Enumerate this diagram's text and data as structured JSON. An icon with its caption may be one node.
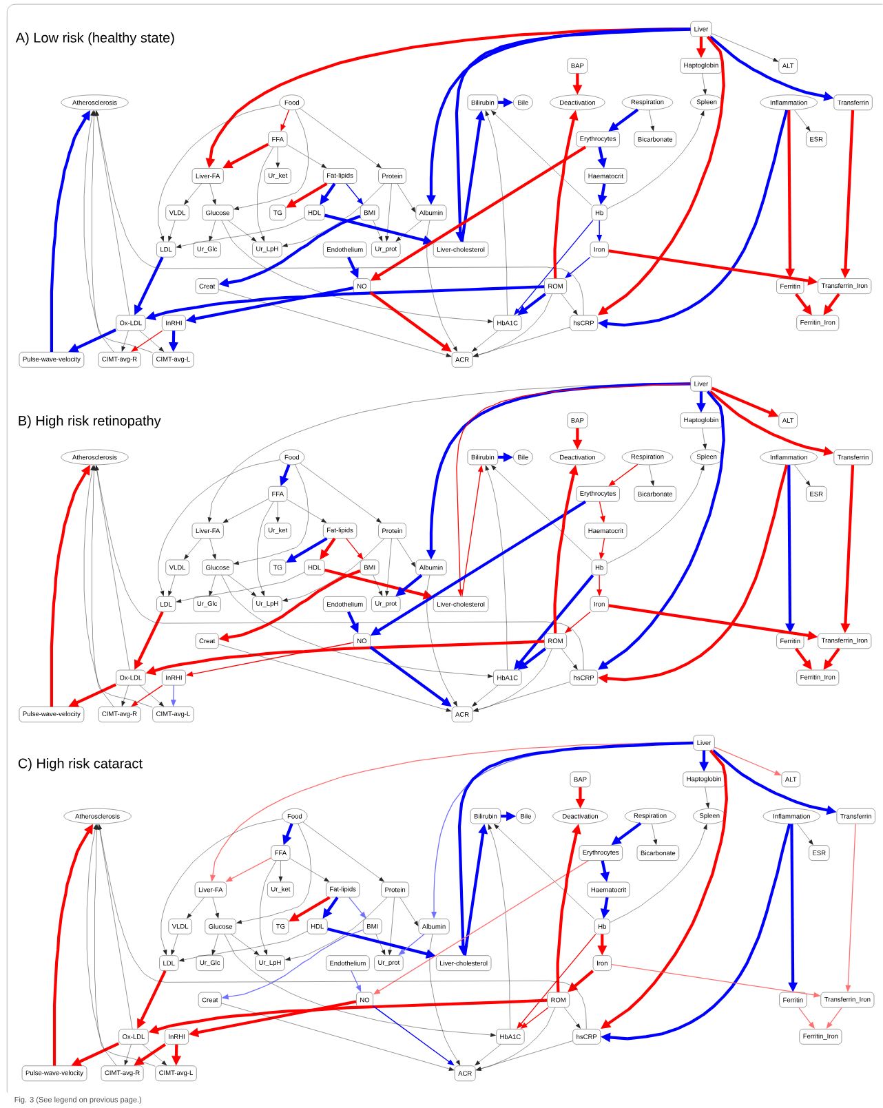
{
  "diagram": {
    "caption": "Fig. 3 (See legend on previous page.)",
    "labels": [
      "A) Low risk (healthy state)",
      "B) High risk retinopathy",
      "C) High risk cataract"
    ],
    "nodes": [
      {
        "text": [
          "Liver"
        ]
      },
      {
        "text": [
          "BAP"
        ]
      },
      {
        "text": [
          "Haptoglobin"
        ]
      },
      {
        "text": [
          "ALT"
        ]
      },
      {
        "text": [
          "Atherosclerosis"
        ]
      },
      {
        "text": [
          "Food"
        ]
      },
      {
        "text": [
          "Bilirubin"
        ]
      },
      {
        "text": [
          "Bile"
        ]
      },
      {
        "text": [
          "Deactivation"
        ]
      },
      {
        "text": [
          "Respiration"
        ]
      },
      {
        "text": [
          "Spleen"
        ]
      },
      {
        "text": [
          "Inflammation"
        ]
      },
      {
        "text": [
          "Transferrin"
        ]
      },
      {
        "text": [
          "FFA"
        ]
      },
      {
        "text": [
          "Erythrocytes"
        ]
      },
      {
        "text": [
          "Bicarbonate"
        ]
      },
      {
        "text": [
          "ESR"
        ]
      },
      {
        "text": [
          "Liver-FA"
        ]
      },
      {
        "text": [
          "Ur_ket"
        ]
      },
      {
        "text": [
          "Fat-lipids"
        ]
      },
      {
        "text": [
          "Protein"
        ]
      },
      {
        "text": [
          "Haematocrit"
        ]
      },
      {
        "text": [
          "VLDL"
        ]
      },
      {
        "text": [
          "Glucose"
        ]
      },
      {
        "text": [
          "TG"
        ]
      },
      {
        "text": [
          "HDL"
        ]
      },
      {
        "text": [
          "BMI"
        ]
      },
      {
        "text": [
          "Albumin"
        ]
      },
      {
        "text": [
          "Hb"
        ]
      },
      {
        "text": [
          "LDL"
        ]
      },
      {
        "text": [
          "Ur_Glc"
        ]
      },
      {
        "text": [
          "Ur_LpH"
        ]
      },
      {
        "text": [
          "Endothelium"
        ]
      },
      {
        "text": [
          "Ur_prot"
        ]
      },
      {
        "text": [
          "Liver-cholesterol"
        ]
      },
      {
        "text": [
          "Iron"
        ]
      },
      {
        "text": [
          "Creat"
        ]
      },
      {
        "text": [
          "NO"
        ]
      },
      {
        "text": [
          "ROM"
        ]
      },
      {
        "text": [
          "Ferritin"
        ]
      },
      {
        "text": [
          "Transferrin_Iron"
        ]
      },
      {
        "text": [
          "Ox-LDL"
        ]
      },
      {
        "text": [
          "InRHI"
        ]
      },
      {
        "text": [
          "HbA1C"
        ]
      },
      {
        "text": [
          "hsCRP"
        ]
      },
      {
        "text": [
          "Ferritin_Iron"
        ]
      },
      {
        "text": [
          "Pulse-wave-velocity"
        ]
      },
      {
        "text": [
          "CIMT-avg-R"
        ]
      },
      {
        "text": [
          "CIMT-avg-L"
        ]
      },
      {
        "text": [
          "ACR"
        ]
      },
      {
        "text": [
          "Liver"
        ]
      },
      {
        "text": [
          "BAP"
        ]
      },
      {
        "text": [
          "Haptoglobin"
        ]
      },
      {
        "text": [
          "ALT"
        ]
      },
      {
        "text": [
          "Atherosclerosis"
        ]
      },
      {
        "text": [
          "Food"
        ]
      },
      {
        "text": [
          "Bilirubin"
        ]
      },
      {
        "text": [
          "Bile"
        ]
      },
      {
        "text": [
          "Deactivation"
        ]
      },
      {
        "text": [
          "Respiration"
        ]
      },
      {
        "text": [
          "Spleen"
        ]
      },
      {
        "text": [
          "Inflammation"
        ]
      },
      {
        "text": [
          "Transferrin"
        ]
      },
      {
        "text": [
          "FFA"
        ]
      },
      {
        "text": [
          "Erythrocytes"
        ]
      },
      {
        "text": [
          "Bicarbonate"
        ]
      },
      {
        "text": [
          "ESR"
        ]
      },
      {
        "text": [
          "Liver-FA"
        ]
      },
      {
        "text": [
          "Ur_ket"
        ]
      },
      {
        "text": [
          "Fat-lipids"
        ]
      },
      {
        "text": [
          "Protein"
        ]
      },
      {
        "text": [
          "Haematocrit"
        ]
      },
      {
        "text": [
          "VLDL"
        ]
      },
      {
        "text": [
          "Glucose"
        ]
      },
      {
        "text": [
          "TG"
        ]
      },
      {
        "text": [
          "HDL"
        ]
      },
      {
        "text": [
          "BMI"
        ]
      },
      {
        "text": [
          "Albumin"
        ]
      },
      {
        "text": [
          "Hb"
        ]
      },
      {
        "text": [
          "LDL"
        ]
      },
      {
        "text": [
          "Ur_Glc"
        ]
      },
      {
        "text": [
          "Ur_LpH"
        ]
      },
      {
        "text": [
          "Endothelium"
        ]
      },
      {
        "text": [
          "Ur_prot"
        ]
      },
      {
        "text": [
          "Liver-cholesterol"
        ]
      },
      {
        "text": [
          "Iron"
        ]
      },
      {
        "text": [
          "Creat"
        ]
      },
      {
        "text": [
          "NO"
        ]
      },
      {
        "text": [
          "ROM"
        ]
      },
      {
        "text": [
          "Ferritin"
        ]
      },
      {
        "text": [
          "Transferrin_Iron"
        ]
      },
      {
        "text": [
          "Ox-LDL"
        ]
      },
      {
        "text": [
          "InRHI"
        ]
      },
      {
        "text": [
          "HbA1C"
        ]
      },
      {
        "text": [
          "hsCRP"
        ]
      },
      {
        "text": [
          "Ferritin_Iron"
        ]
      },
      {
        "text": [
          "Pulse-wave-velocity"
        ]
      },
      {
        "text": [
          "CIMT-avg-R"
        ]
      },
      {
        "text": [
          "CIMT-avg-L"
        ]
      },
      {
        "text": [
          "ACR"
        ]
      },
      {
        "text": [
          "Liver"
        ]
      },
      {
        "text": [
          "BAP"
        ]
      },
      {
        "text": [
          "Haptoglobin"
        ]
      },
      {
        "text": [
          "ALT"
        ]
      },
      {
        "text": [
          "Atherosclerosis"
        ]
      },
      {
        "text": [
          "Food"
        ]
      },
      {
        "text": [
          "Bilirubin"
        ]
      },
      {
        "text": [
          "Bile"
        ]
      },
      {
        "text": [
          "Deactivation"
        ]
      },
      {
        "text": [
          "Respiration"
        ]
      },
      {
        "text": [
          "Spleen"
        ]
      },
      {
        "text": [
          "Inflammation"
        ]
      },
      {
        "text": [
          "Transferrin"
        ]
      },
      {
        "text": [
          "FFA"
        ]
      },
      {
        "text": [
          "Erythrocytes"
        ]
      },
      {
        "text": [
          "Bicarbonate"
        ]
      },
      {
        "text": [
          "ESR"
        ]
      },
      {
        "text": [
          "Liver-FA"
        ]
      },
      {
        "text": [
          "Ur_ket"
        ]
      },
      {
        "text": [
          "Fat-lipids"
        ]
      },
      {
        "text": [
          "Protein"
        ]
      },
      {
        "text": [
          "Haematocrit"
        ]
      },
      {
        "text": [
          "VLDL"
        ]
      },
      {
        "text": [
          "Glucose"
        ]
      },
      {
        "text": [
          "TG"
        ]
      },
      {
        "text": [
          "HDL"
        ]
      },
      {
        "text": [
          "BMI"
        ]
      },
      {
        "text": [
          "Albumin"
        ]
      },
      {
        "text": [
          "Hb"
        ]
      },
      {
        "text": [
          "LDL"
        ]
      },
      {
        "text": [
          "Ur_Glc"
        ]
      },
      {
        "text": [
          "Ur_LpH"
        ]
      },
      {
        "text": [
          "Endothelium"
        ]
      },
      {
        "text": [
          "Ur_prot"
        ]
      },
      {
        "text": [
          "Liver-cholesterol"
        ]
      },
      {
        "text": [
          "Iron"
        ]
      },
      {
        "text": [
          "Creat"
        ]
      },
      {
        "text": [
          "NO"
        ]
      },
      {
        "text": [
          "ROM"
        ]
      },
      {
        "text": [
          "Ferritin"
        ]
      },
      {
        "text": [
          "Transferrin_Iron"
        ]
      },
      {
        "text": [
          "Ox-LDL"
        ]
      },
      {
        "text": [
          "InRHI"
        ]
      },
      {
        "text": [
          "HbA1C"
        ]
      },
      {
        "text": [
          "hsCRP"
        ]
      },
      {
        "text": [
          "Ferritin_Iron"
        ]
      },
      {
        "text": [
          "Pulse-wave-velocity"
        ]
      },
      {
        "text": [
          "CIMT-avg-R"
        ]
      },
      {
        "text": [
          "CIMT-avg-L"
        ]
      },
      {
        "text": [
          "ACR"
        ]
      }
    ],
    "edges": [
      {
        "from": 0,
        "to": 17,
        "arrow": "to",
        "style": "thick",
        "color": "#ff0000"
      },
      {
        "from": 0,
        "to": 27,
        "arrow": "to",
        "style": "thick",
        "color": "#0000ff"
      },
      {
        "from": 0,
        "to": 34,
        "arrow": "to",
        "style": "thick",
        "color": "#0000ff"
      },
      {
        "from": 0,
        "to": 2,
        "arrow": "to",
        "style": "thick",
        "color": "#ff0000"
      },
      {
        "from": 0,
        "to": 3,
        "arrow": "to"
      },
      {
        "from": 0,
        "to": 12,
        "arrow": "to",
        "style": "thick",
        "color": "#0000ff"
      },
      {
        "from": 0,
        "to": 44,
        "arrow": "to",
        "style": "thick",
        "color": "#ff0000"
      },
      {
        "from": 1,
        "to": 8,
        "arrow": "to",
        "style": "thick",
        "color": "#ff0000"
      },
      {
        "from": 2,
        "to": 10,
        "arrow": "to"
      },
      {
        "from": 5,
        "to": 13,
        "arrow": "to",
        "color": "#ff0000"
      },
      {
        "from": 5,
        "to": 23,
        "arrow": "to"
      },
      {
        "from": 5,
        "to": 29,
        "arrow": "to"
      },
      {
        "from": 5,
        "to": 20,
        "arrow": "to"
      },
      {
        "from": 13,
        "to": 17,
        "arrow": "to",
        "style": "thick",
        "color": "#ff0000"
      },
      {
        "from": 13,
        "to": 18,
        "arrow": "to"
      },
      {
        "from": 13,
        "to": 19,
        "arrow": "to"
      },
      {
        "from": 13,
        "to": 31,
        "arrow": "to"
      },
      {
        "from": 17,
        "to": 22,
        "arrow": "to"
      },
      {
        "from": 17,
        "to": 23,
        "arrow": "to"
      },
      {
        "from": 22,
        "to": 29,
        "arrow": "to"
      },
      {
        "from": 23,
        "to": 30,
        "arrow": "to"
      },
      {
        "from": 23,
        "to": 31,
        "arrow": "to"
      },
      {
        "from": 23,
        "to": 43,
        "arrow": "to"
      },
      {
        "from": 19,
        "to": 24,
        "arrow": "to",
        "style": "thick",
        "color": "#ff0000"
      },
      {
        "from": 19,
        "to": 25,
        "arrow": "to",
        "style": "thick",
        "color": "#0000ff"
      },
      {
        "from": 19,
        "to": 26,
        "arrow": "to",
        "color": "#0000ff"
      },
      {
        "from": 20,
        "to": 27,
        "arrow": "to"
      },
      {
        "from": 20,
        "to": 33,
        "arrow": "to"
      },
      {
        "from": 20,
        "to": 31,
        "arrow": "to"
      },
      {
        "from": 25,
        "to": 29,
        "arrow": "to"
      },
      {
        "from": 25,
        "to": 34,
        "arrow": "to",
        "style": "thick",
        "color": "#0000ff"
      },
      {
        "from": 26,
        "to": 36,
        "arrow": "to",
        "style": "thick",
        "color": "#0000ff"
      },
      {
        "from": 26,
        "to": 33,
        "arrow": "to"
      },
      {
        "from": 27,
        "to": 33,
        "arrow": "to"
      },
      {
        "from": 27,
        "to": 49,
        "arrow": "to"
      },
      {
        "from": 29,
        "to": 41,
        "arrow": "to",
        "style": "thick",
        "color": "#0000ff"
      },
      {
        "from": 6,
        "to": 7,
        "arrow": "to",
        "style": "thick",
        "color": "#0000ff"
      },
      {
        "from": 34,
        "to": 6,
        "arrow": "to",
        "style": "thick",
        "color": "#0000ff"
      },
      {
        "from": 43,
        "to": 6,
        "arrow": "to"
      },
      {
        "from": 28,
        "to": 6,
        "arrow": "to"
      },
      {
        "from": 9,
        "to": 14,
        "arrow": "to",
        "style": "thick",
        "color": "#0000ff"
      },
      {
        "from": 9,
        "to": 15,
        "arrow": "to"
      },
      {
        "from": 28,
        "to": 10,
        "arrow": "to"
      },
      {
        "from": 11,
        "to": 16,
        "arrow": "to"
      },
      {
        "from": 11,
        "to": 39,
        "arrow": "to",
        "style": "thick",
        "color": "#ff0000"
      },
      {
        "from": 11,
        "to": 44,
        "arrow": "to",
        "style": "thick",
        "color": "#0000ff"
      },
      {
        "from": 12,
        "to": 40,
        "arrow": "to",
        "style": "thick",
        "color": "#ff0000"
      },
      {
        "from": 14,
        "to": 21,
        "arrow": "to",
        "style": "thick",
        "color": "#0000ff"
      },
      {
        "from": 14,
        "to": 37,
        "arrow": "to",
        "style": "thick",
        "color": "#ff0000"
      },
      {
        "from": 21,
        "to": 28,
        "arrow": "to",
        "style": "thick",
        "color": "#0000ff"
      },
      {
        "from": 28,
        "to": 35,
        "arrow": "to",
        "color": "#0000ff"
      },
      {
        "from": 28,
        "to": 43,
        "arrow": "to",
        "color": "#0000ff"
      },
      {
        "from": 35,
        "to": 38,
        "arrow": "to",
        "color": "#0000ff"
      },
      {
        "from": 35,
        "to": 40,
        "arrow": "to",
        "style": "thick",
        "color": "#ff0000"
      },
      {
        "from": 38,
        "to": 8,
        "arrow": "to",
        "style": "thick",
        "color": "#ff0000"
      },
      {
        "from": 38,
        "to": 41,
        "arrow": "to",
        "style": "thick",
        "color": "#0000ff"
      },
      {
        "from": 38,
        "to": 43,
        "arrow": "to",
        "style": "thick",
        "color": "#0000ff"
      },
      {
        "from": 38,
        "to": 44,
        "arrow": "to"
      },
      {
        "from": 38,
        "to": 49,
        "arrow": "to"
      },
      {
        "from": 44,
        "to": 4,
        "arrow": "to"
      },
      {
        "from": 32,
        "to": 37,
        "arrow": "to",
        "style": "thick",
        "color": "#0000ff"
      },
      {
        "from": 37,
        "to": 42,
        "arrow": "to",
        "style": "thick",
        "color": "#0000ff"
      },
      {
        "from": 37,
        "to": 49,
        "arrow": "to",
        "style": "thick",
        "color": "#ff0000"
      },
      {
        "from": 36,
        "to": 49,
        "arrow": "to"
      },
      {
        "from": 43,
        "to": 49,
        "arrow": "to"
      },
      {
        "from": 44,
        "to": 49,
        "arrow": "to"
      },
      {
        "from": 39,
        "to": 45,
        "arrow": "to",
        "style": "thick",
        "color": "#ff0000"
      },
      {
        "from": 40,
        "to": 45,
        "arrow": "to",
        "style": "thick",
        "color": "#ff0000"
      },
      {
        "from": 41,
        "to": 4,
        "arrow": "to"
      },
      {
        "from": 41,
        "to": 46,
        "arrow": "to",
        "style": "thick",
        "color": "#0000ff"
      },
      {
        "from": 41,
        "to": 47,
        "arrow": "to"
      },
      {
        "from": 41,
        "to": 48,
        "arrow": "to"
      },
      {
        "from": 42,
        "to": 47,
        "arrow": "to",
        "color": "#ff0000"
      },
      {
        "from": 42,
        "to": 48,
        "arrow": "to",
        "style": "thick",
        "color": "#0000ff"
      },
      {
        "from": 46,
        "to": 4,
        "arrow": "to",
        "style": "thick",
        "color": "#0000ff"
      },
      {
        "from": 47,
        "to": 4,
        "arrow": "to"
      },
      {
        "from": 48,
        "to": 4,
        "arrow": "to"
      },
      {
        "from": 50,
        "to": 67,
        "arrow": "to"
      },
      {
        "from": 50,
        "to": 77,
        "arrow": "to",
        "style": "thick",
        "color": "#0000ff"
      },
      {
        "from": 50,
        "to": 84,
        "arrow": "to",
        "color": "#ff0000"
      },
      {
        "from": 50,
        "to": 52,
        "arrow": "to",
        "style": "thick",
        "color": "#0000ff"
      },
      {
        "from": 50,
        "to": 53,
        "arrow": "to",
        "style": "thick",
        "color": "#ff0000"
      },
      {
        "from": 50,
        "to": 62,
        "arrow": "to",
        "style": "thick",
        "color": "#ff0000"
      },
      {
        "from": 50,
        "to": 94,
        "arrow": "to",
        "style": "thick",
        "color": "#0000ff"
      },
      {
        "from": 51,
        "to": 58,
        "arrow": "to",
        "style": "thick",
        "color": "#ff0000"
      },
      {
        "from": 52,
        "to": 60,
        "arrow": "to"
      },
      {
        "from": 55,
        "to": 63,
        "arrow": "to",
        "style": "thick",
        "color": "#0000ff"
      },
      {
        "from": 55,
        "to": 73,
        "arrow": "to"
      },
      {
        "from": 55,
        "to": 79,
        "arrow": "to"
      },
      {
        "from": 55,
        "to": 70,
        "arrow": "to"
      },
      {
        "from": 63,
        "to": 67,
        "arrow": "to"
      },
      {
        "from": 63,
        "to": 68,
        "arrow": "to"
      },
      {
        "from": 63,
        "to": 69,
        "arrow": "to"
      },
      {
        "from": 63,
        "to": 81,
        "arrow": "to"
      },
      {
        "from": 67,
        "to": 72,
        "arrow": "to"
      },
      {
        "from": 67,
        "to": 73,
        "arrow": "to"
      },
      {
        "from": 72,
        "to": 79,
        "arrow": "to"
      },
      {
        "from": 73,
        "to": 80,
        "arrow": "to"
      },
      {
        "from": 73,
        "to": 81,
        "arrow": "to"
      },
      {
        "from": 73,
        "to": 93,
        "arrow": "to"
      },
      {
        "from": 69,
        "to": 74,
        "arrow": "to",
        "style": "thick",
        "color": "#0000ff"
      },
      {
        "from": 69,
        "to": 75,
        "arrow": "to",
        "style": "thick",
        "color": "#ff0000"
      },
      {
        "from": 69,
        "to": 76,
        "arrow": "to",
        "color": "#ff0000"
      },
      {
        "from": 70,
        "to": 77,
        "arrow": "to"
      },
      {
        "from": 70,
        "to": 83,
        "arrow": "to"
      },
      {
        "from": 70,
        "to": 81,
        "arrow": "to"
      },
      {
        "from": 75,
        "to": 79,
        "arrow": "to"
      },
      {
        "from": 75,
        "to": 84,
        "arrow": "to",
        "style": "thick",
        "color": "#ff0000"
      },
      {
        "from": 76,
        "to": 86,
        "arrow": "to",
        "style": "thick",
        "color": "#ff0000"
      },
      {
        "from": 76,
        "to": 83,
        "arrow": "to"
      },
      {
        "from": 77,
        "to": 83,
        "arrow": "to",
        "style": "thick",
        "color": "#0000ff"
      },
      {
        "from": 77,
        "to": 99,
        "arrow": "to"
      },
      {
        "from": 79,
        "to": 91,
        "arrow": "to",
        "style": "thick",
        "color": "#ff0000"
      },
      {
        "from": 56,
        "to": 57,
        "arrow": "to",
        "style": "thick",
        "color": "#0000ff"
      },
      {
        "from": 84,
        "to": 56,
        "arrow": "to",
        "color": "#ff0000"
      },
      {
        "from": 93,
        "to": 56,
        "arrow": "to"
      },
      {
        "from": 78,
        "to": 56,
        "arrow": "to"
      },
      {
        "from": 59,
        "to": 64,
        "arrow": "to",
        "color": "#ff0000"
      },
      {
        "from": 59,
        "to": 65,
        "arrow": "to"
      },
      {
        "from": 78,
        "to": 60,
        "arrow": "to"
      },
      {
        "from": 61,
        "to": 66,
        "arrow": "to"
      },
      {
        "from": 61,
        "to": 89,
        "arrow": "to",
        "style": "thick",
        "color": "#0000ff"
      },
      {
        "from": 61,
        "to": 94,
        "arrow": "to",
        "style": "thick",
        "color": "#ff0000"
      },
      {
        "from": 62,
        "to": 90,
        "arrow": "to",
        "style": "thick",
        "color": "#ff0000"
      },
      {
        "from": 64,
        "to": 71,
        "arrow": "to",
        "color": "#ff0000"
      },
      {
        "from": 64,
        "to": 87,
        "arrow": "to",
        "style": "thick",
        "color": "#0000ff"
      },
      {
        "from": 71,
        "to": 78,
        "arrow": "to",
        "color": "#ff0000"
      },
      {
        "from": 78,
        "to": 85,
        "arrow": "to",
        "color": "#ff0000"
      },
      {
        "from": 78,
        "to": 93,
        "arrow": "to",
        "style": "thick",
        "color": "#0000ff"
      },
      {
        "from": 85,
        "to": 88,
        "arrow": "to",
        "color": "#ff0000"
      },
      {
        "from": 85,
        "to": 90,
        "arrow": "to",
        "style": "thick",
        "color": "#ff0000"
      },
      {
        "from": 88,
        "to": 58,
        "arrow": "to",
        "style": "thick",
        "color": "#ff0000"
      },
      {
        "from": 88,
        "to": 91,
        "arrow": "to",
        "style": "thick",
        "color": "#ff0000"
      },
      {
        "from": 88,
        "to": 93,
        "arrow": "to",
        "style": "thick",
        "color": "#0000ff"
      },
      {
        "from": 88,
        "to": 94,
        "arrow": "to"
      },
      {
        "from": 88,
        "to": 99,
        "arrow": "to"
      },
      {
        "from": 94,
        "to": 54,
        "arrow": "to"
      },
      {
        "from": 82,
        "to": 87,
        "arrow": "to",
        "style": "thick",
        "color": "#0000ff"
      },
      {
        "from": 87,
        "to": 92,
        "arrow": "to",
        "color": "#ff0000"
      },
      {
        "from": 87,
        "to": 99,
        "arrow": "to",
        "style": "thick",
        "color": "#0000ff"
      },
      {
        "from": 86,
        "to": 99,
        "arrow": "to"
      },
      {
        "from": 93,
        "to": 99,
        "arrow": "to"
      },
      {
        "from": 94,
        "to": 99,
        "arrow": "to"
      },
      {
        "from": 89,
        "to": 95,
        "arrow": "to",
        "style": "thick",
        "color": "#ff0000"
      },
      {
        "from": 90,
        "to": 95,
        "arrow": "to",
        "style": "thick",
        "color": "#ff0000"
      },
      {
        "from": 91,
        "to": 54,
        "arrow": "to"
      },
      {
        "from": 91,
        "to": 96,
        "arrow": "to",
        "style": "thick",
        "color": "#ff0000"
      },
      {
        "from": 91,
        "to": 97,
        "arrow": "to"
      },
      {
        "from": 91,
        "to": 98,
        "arrow": "to"
      },
      {
        "from": 92,
        "to": 97,
        "arrow": "to",
        "color": "#ff0000"
      },
      {
        "from": 92,
        "to": 98,
        "arrow": "to",
        "color": "#7070ff"
      },
      {
        "from": 96,
        "to": 54,
        "arrow": "to",
        "style": "thick",
        "color": "#ff0000"
      },
      {
        "from": 97,
        "to": 54,
        "arrow": "to"
      },
      {
        "from": 98,
        "to": 54,
        "arrow": "to"
      },
      {
        "from": 100,
        "to": 117,
        "arrow": "to",
        "color": "#ff7070"
      },
      {
        "from": 100,
        "to": 127,
        "arrow": "to",
        "color": "#7070ff"
      },
      {
        "from": 100,
        "to": 134,
        "arrow": "to",
        "style": "thick",
        "color": "#0000ff"
      },
      {
        "from": 100,
        "to": 102,
        "arrow": "to",
        "style": "thick",
        "color": "#0000ff"
      },
      {
        "from": 100,
        "to": 103,
        "arrow": "to",
        "color": "#ff7070"
      },
      {
        "from": 100,
        "to": 112,
        "arrow": "to",
        "style": "thick",
        "color": "#0000ff"
      },
      {
        "from": 100,
        "to": 144,
        "arrow": "to",
        "style": "thick",
        "color": "#ff0000"
      },
      {
        "from": 101,
        "to": 108,
        "arrow": "to",
        "style": "thick",
        "color": "#ff0000"
      },
      {
        "from": 102,
        "to": 110,
        "arrow": "to"
      },
      {
        "from": 105,
        "to": 113,
        "arrow": "to",
        "style": "thick",
        "color": "#0000ff"
      },
      {
        "from": 105,
        "to": 123,
        "arrow": "to"
      },
      {
        "from": 105,
        "to": 129,
        "arrow": "to"
      },
      {
        "from": 105,
        "to": 120,
        "arrow": "to"
      },
      {
        "from": 113,
        "to": 117,
        "arrow": "to",
        "color": "#ff7070"
      },
      {
        "from": 113,
        "to": 118,
        "arrow": "to"
      },
      {
        "from": 113,
        "to": 119,
        "arrow": "to"
      },
      {
        "from": 113,
        "to": 131,
        "arrow": "to"
      },
      {
        "from": 117,
        "to": 122,
        "arrow": "to"
      },
      {
        "from": 117,
        "to": 123,
        "arrow": "to"
      },
      {
        "from": 122,
        "to": 129,
        "arrow": "to"
      },
      {
        "from": 123,
        "to": 130,
        "arrow": "to"
      },
      {
        "from": 123,
        "to": 131,
        "arrow": "to"
      },
      {
        "from": 123,
        "to": 143,
        "arrow": "to"
      },
      {
        "from": 119,
        "to": 124,
        "arrow": "to",
        "style": "thick",
        "color": "#ff0000"
      },
      {
        "from": 119,
        "to": 125,
        "arrow": "to",
        "style": "thick",
        "color": "#0000ff"
      },
      {
        "from": 119,
        "to": 126,
        "arrow": "to",
        "color": "#7070ff"
      },
      {
        "from": 120,
        "to": 127,
        "arrow": "to"
      },
      {
        "from": 120,
        "to": 133,
        "arrow": "to"
      },
      {
        "from": 120,
        "to": 131,
        "arrow": "to"
      },
      {
        "from": 125,
        "to": 129,
        "arrow": "to"
      },
      {
        "from": 125,
        "to": 134,
        "arrow": "to",
        "style": "thick",
        "color": "#0000ff"
      },
      {
        "from": 126,
        "to": 136,
        "arrow": "to",
        "color": "#7070ff"
      },
      {
        "from": 126,
        "to": 133,
        "arrow": "to"
      },
      {
        "from": 127,
        "to": 133,
        "arrow": "to",
        "color": "#7070ff"
      },
      {
        "from": 127,
        "to": 149,
        "arrow": "to"
      },
      {
        "from": 129,
        "to": 141,
        "arrow": "to",
        "style": "thick",
        "color": "#ff0000"
      },
      {
        "from": 106,
        "to": 107,
        "arrow": "to",
        "style": "thick",
        "color": "#0000ff"
      },
      {
        "from": 134,
        "to": 106,
        "arrow": "to",
        "style": "thick",
        "color": "#0000ff"
      },
      {
        "from": 143,
        "to": 106,
        "arrow": "to"
      },
      {
        "from": 128,
        "to": 106,
        "arrow": "to"
      },
      {
        "from": 109,
        "to": 114,
        "arrow": "to",
        "style": "thick",
        "color": "#0000ff"
      },
      {
        "from": 109,
        "to": 115,
        "arrow": "to"
      },
      {
        "from": 128,
        "to": 110,
        "arrow": "to"
      },
      {
        "from": 111,
        "to": 116,
        "arrow": "to"
      },
      {
        "from": 111,
        "to": 139,
        "arrow": "to",
        "style": "thick",
        "color": "#0000ff"
      },
      {
        "from": 111,
        "to": 144,
        "arrow": "to",
        "style": "thick",
        "color": "#0000ff"
      },
      {
        "from": 112,
        "to": 140,
        "arrow": "to",
        "color": "#ff7070"
      },
      {
        "from": 114,
        "to": 121,
        "arrow": "to",
        "style": "thick",
        "color": "#0000ff"
      },
      {
        "from": 114,
        "to": 137,
        "arrow": "to",
        "color": "#ff7070"
      },
      {
        "from": 121,
        "to": 128,
        "arrow": "to",
        "style": "thick",
        "color": "#0000ff"
      },
      {
        "from": 128,
        "to": 135,
        "arrow": "to",
        "style": "thick",
        "color": "#ff0000"
      },
      {
        "from": 128,
        "to": 143,
        "arrow": "to",
        "color": "#ff0000"
      },
      {
        "from": 135,
        "to": 138,
        "arrow": "to",
        "style": "thick",
        "color": "#ff0000"
      },
      {
        "from": 135,
        "to": 140,
        "arrow": "to",
        "color": "#ff7070"
      },
      {
        "from": 138,
        "to": 108,
        "arrow": "to",
        "style": "thick",
        "color": "#ff0000"
      },
      {
        "from": 138,
        "to": 141,
        "arrow": "to",
        "style": "thick",
        "color": "#ff0000"
      },
      {
        "from": 138,
        "to": 143,
        "arrow": "to",
        "color": "#ff0000"
      },
      {
        "from": 138,
        "to": 144,
        "arrow": "to"
      },
      {
        "from": 138,
        "to": 149,
        "arrow": "to"
      },
      {
        "from": 144,
        "to": 104,
        "arrow": "to"
      },
      {
        "from": 132,
        "to": 137,
        "arrow": "to",
        "color": "#7070ff"
      },
      {
        "from": 137,
        "to": 142,
        "arrow": "to",
        "style": "thick",
        "color": "#ff0000"
      },
      {
        "from": 137,
        "to": 149,
        "arrow": "to",
        "color": "#0000ff"
      },
      {
        "from": 136,
        "to": 149,
        "arrow": "to"
      },
      {
        "from": 143,
        "to": 149,
        "arrow": "to"
      },
      {
        "from": 144,
        "to": 149,
        "arrow": "to"
      },
      {
        "from": 139,
        "to": 145,
        "arrow": "to",
        "color": "#ff7070"
      },
      {
        "from": 140,
        "to": 145,
        "arrow": "to",
        "color": "#ff7070"
      },
      {
        "from": 141,
        "to": 104,
        "arrow": "to"
      },
      {
        "from": 141,
        "to": 146,
        "arrow": "to",
        "style": "thick",
        "color": "#ff0000"
      },
      {
        "from": 141,
        "to": 147,
        "arrow": "to"
      },
      {
        "from": 141,
        "to": 148,
        "arrow": "to"
      },
      {
        "from": 142,
        "to": 147,
        "arrow": "to",
        "style": "thick",
        "color": "#ff0000"
      },
      {
        "from": 142,
        "to": 148,
        "arrow": "to",
        "style": "thick",
        "color": "#ff0000"
      },
      {
        "from": 146,
        "to": 104,
        "arrow": "to",
        "style": "thick",
        "color": "#ff0000"
      },
      {
        "from": 147,
        "to": 104,
        "arrow": "to"
      },
      {
        "from": 148,
        "to": 104,
        "arrow": "to"
      }
    ]
  }
}
